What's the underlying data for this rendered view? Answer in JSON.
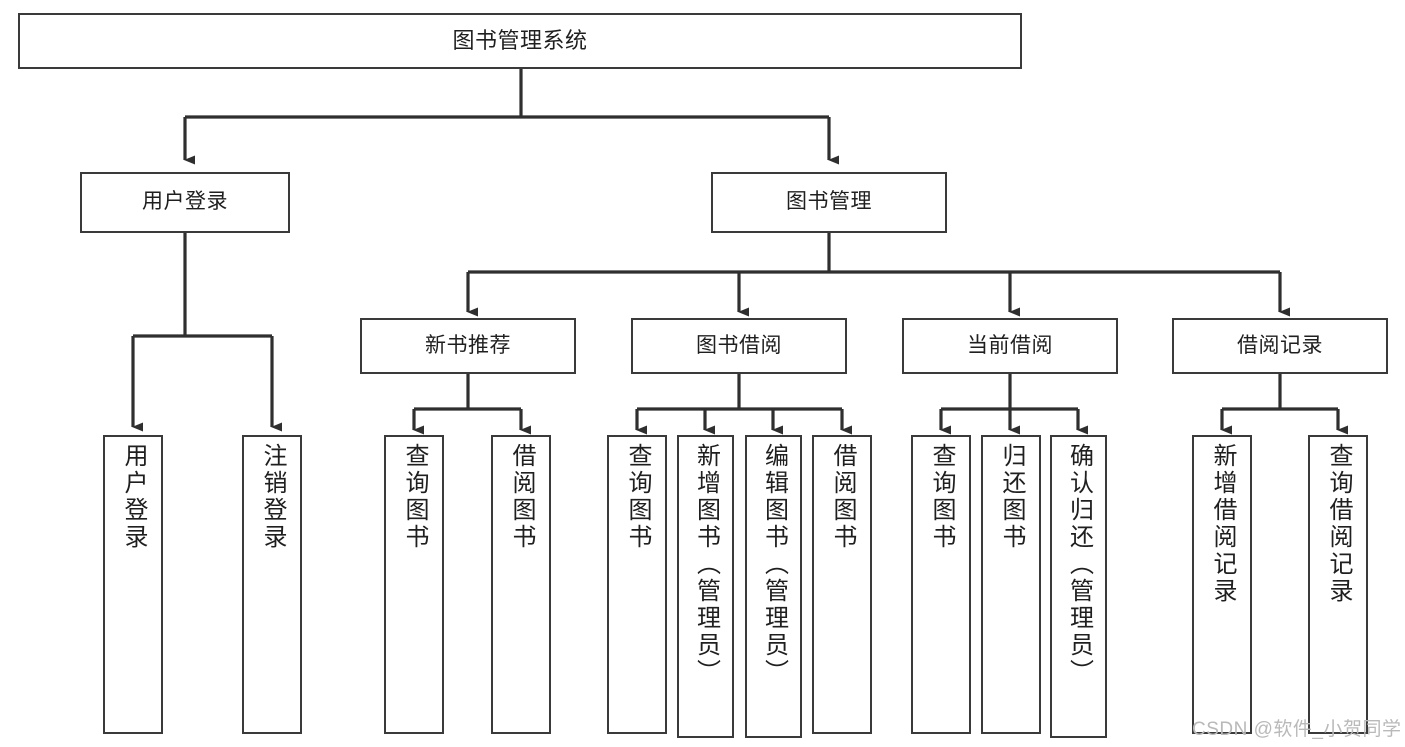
{
  "diagram": {
    "title": "图书管理系统",
    "type": "tree-hierarchy",
    "watermark": "CSDN @软件_小贺同学",
    "colors": {
      "box_border": "#3a3a3a",
      "box_fill": "#ffffff",
      "connector": "#2f2f2f",
      "text": "#1f1f1f",
      "watermark": "#b9b9b9",
      "background": "#ffffff"
    },
    "levels": {
      "root": "图书管理系统",
      "level2": [
        "用户登录",
        "图书管理"
      ],
      "level3": [
        "新书推荐",
        "图书借阅",
        "当前借阅",
        "借阅记录"
      ]
    },
    "nodes": {
      "root": {
        "label": "图书管理系统",
        "orientation": "horizontal"
      },
      "user_login": {
        "label": "用户登录",
        "orientation": "horizontal"
      },
      "book_manage": {
        "label": "图书管理",
        "orientation": "horizontal"
      },
      "new_book_rec": {
        "label": "新书推荐",
        "orientation": "horizontal"
      },
      "book_borrow": {
        "label": "图书借阅",
        "orientation": "horizontal"
      },
      "current_borrow": {
        "label": "当前借阅",
        "orientation": "horizontal"
      },
      "borrow_record": {
        "label": "借阅记录",
        "orientation": "horizontal"
      },
      "leaf_user_login": {
        "label": "用户登录",
        "orientation": "vertical"
      },
      "leaf_logout": {
        "label": "注销登录",
        "orientation": "vertical"
      },
      "leaf_rec_query": {
        "label": "查询图书",
        "orientation": "vertical"
      },
      "leaf_rec_borrow": {
        "label": "借阅图书",
        "orientation": "vertical"
      },
      "leaf_bb_query": {
        "label": "查询图书",
        "orientation": "vertical"
      },
      "leaf_bb_add": {
        "label": "新增图书（管理员）",
        "orientation": "vertical"
      },
      "leaf_bb_edit": {
        "label": "编辑图书（管理员）",
        "orientation": "vertical"
      },
      "leaf_bb_borrow": {
        "label": "借阅图书",
        "orientation": "vertical"
      },
      "leaf_cb_query": {
        "label": "查询图书",
        "orientation": "vertical"
      },
      "leaf_cb_return": {
        "label": "归还图书",
        "orientation": "vertical"
      },
      "leaf_cb_confirm": {
        "label": "确认归还（管理员）",
        "orientation": "vertical"
      },
      "leaf_br_add": {
        "label": "新增借阅记录",
        "orientation": "vertical"
      },
      "leaf_br_query": {
        "label": "查询借阅记录",
        "orientation": "vertical"
      }
    },
    "edges": [
      {
        "from": "图书管理系统",
        "to": "用户登录"
      },
      {
        "from": "图书管理系统",
        "to": "图书管理"
      },
      {
        "from": "用户登录",
        "to": "用户登录"
      },
      {
        "from": "用户登录",
        "to": "注销登录"
      },
      {
        "from": "图书管理",
        "to": "新书推荐"
      },
      {
        "from": "图书管理",
        "to": "图书借阅"
      },
      {
        "from": "图书管理",
        "to": "当前借阅"
      },
      {
        "from": "图书管理",
        "to": "借阅记录"
      },
      {
        "from": "新书推荐",
        "to": "查询图书"
      },
      {
        "from": "新书推荐",
        "to": "借阅图书"
      },
      {
        "from": "图书借阅",
        "to": "查询图书"
      },
      {
        "from": "图书借阅",
        "to": "新增图书（管理员）"
      },
      {
        "from": "图书借阅",
        "to": "编辑图书（管理员）"
      },
      {
        "from": "图书借阅",
        "to": "借阅图书"
      },
      {
        "from": "当前借阅",
        "to": "查询图书"
      },
      {
        "from": "当前借阅",
        "to": "归还图书"
      },
      {
        "from": "当前借阅",
        "to": "确认归还（管理员）"
      },
      {
        "from": "借阅记录",
        "to": "新增借阅记录"
      },
      {
        "from": "借阅记录",
        "to": "查询借阅记录"
      }
    ]
  }
}
